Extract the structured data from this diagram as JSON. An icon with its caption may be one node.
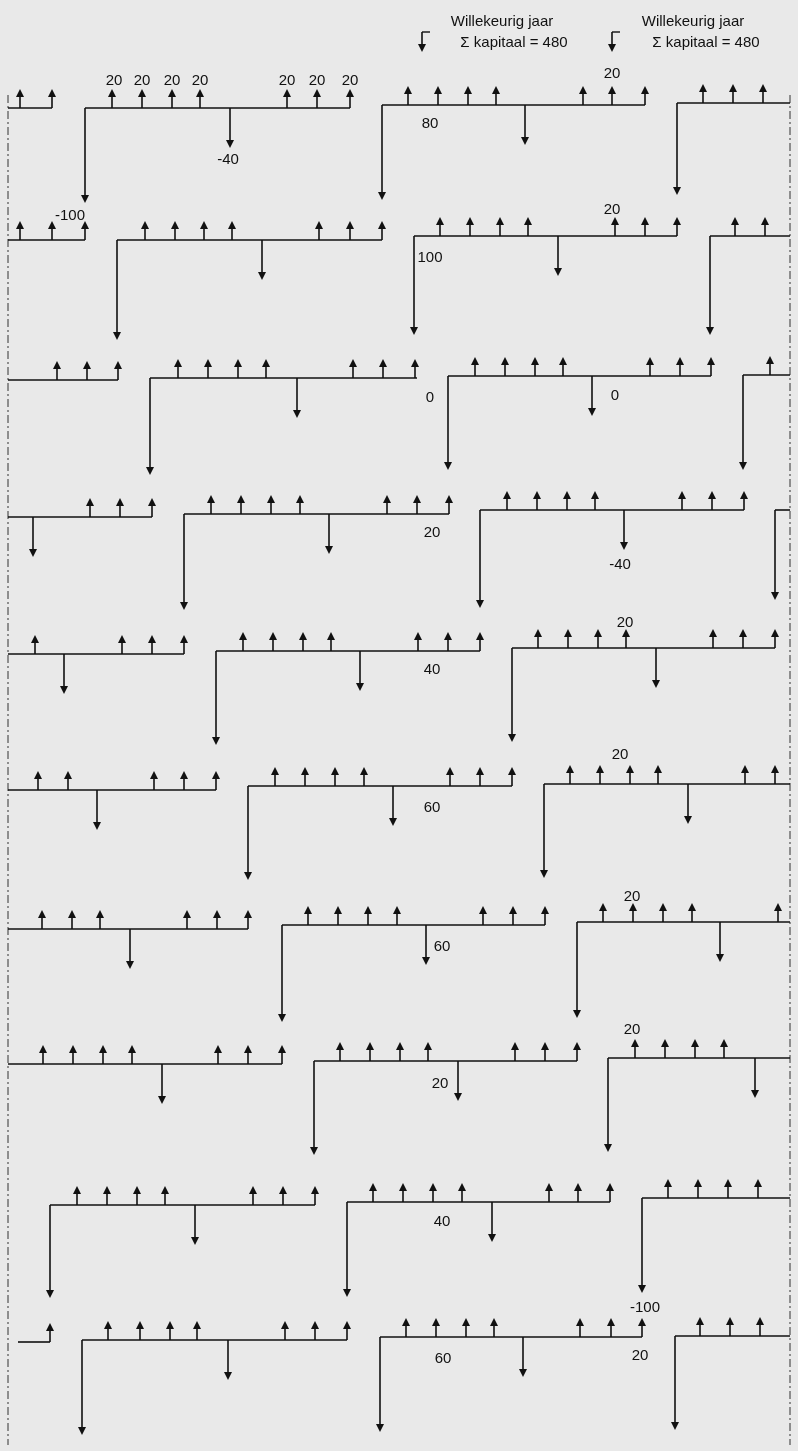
{
  "diagram": {
    "labels": [
      "Willekeurig jaar",
      "Σ kapitaal = 480",
      "Willekeurig jaar",
      "Σ kapitaal = 480",
      "20",
      "20",
      "20",
      "20",
      "20",
      "20",
      "20",
      "20",
      "80",
      "-40",
      "-100",
      "20",
      "100",
      "0",
      "0",
      "20",
      "-40",
      "20",
      "40",
      "20",
      "60",
      "20",
      "60",
      "20",
      "20",
      "40",
      "-100",
      "60",
      "20"
    ]
  }
}
